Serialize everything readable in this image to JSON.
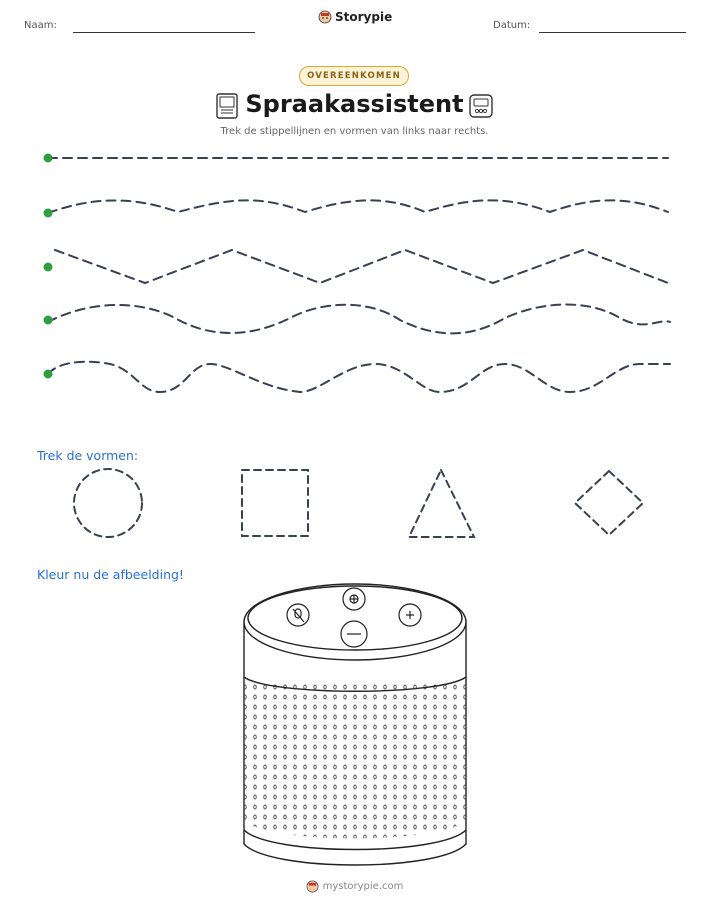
{
  "header": {
    "name_label": "Naam:",
    "date_label": "Datum:",
    "brand": "Storypie"
  },
  "badge": "OVEREENKOMEN",
  "title": "Spraakassistent",
  "instructions": "Trek de stippellijnen en vormen van links naar rechts.",
  "shapes_heading": "Trek de vormen:",
  "shapes": [
    "circle",
    "square",
    "triangle",
    "diamond"
  ],
  "color_heading": "Kleur nu de afbeelding!",
  "footer": "mystorypie.com",
  "colors": {
    "start_dot": "#2e9e3e",
    "dash_line": "#3a3f55",
    "heading_blue": "#2a6fd6",
    "badge_border": "#d9a93a"
  },
  "icons": [
    "storypie-logo-icon",
    "tablet-icon",
    "remote-icon",
    "smart-speaker-illustration"
  ]
}
